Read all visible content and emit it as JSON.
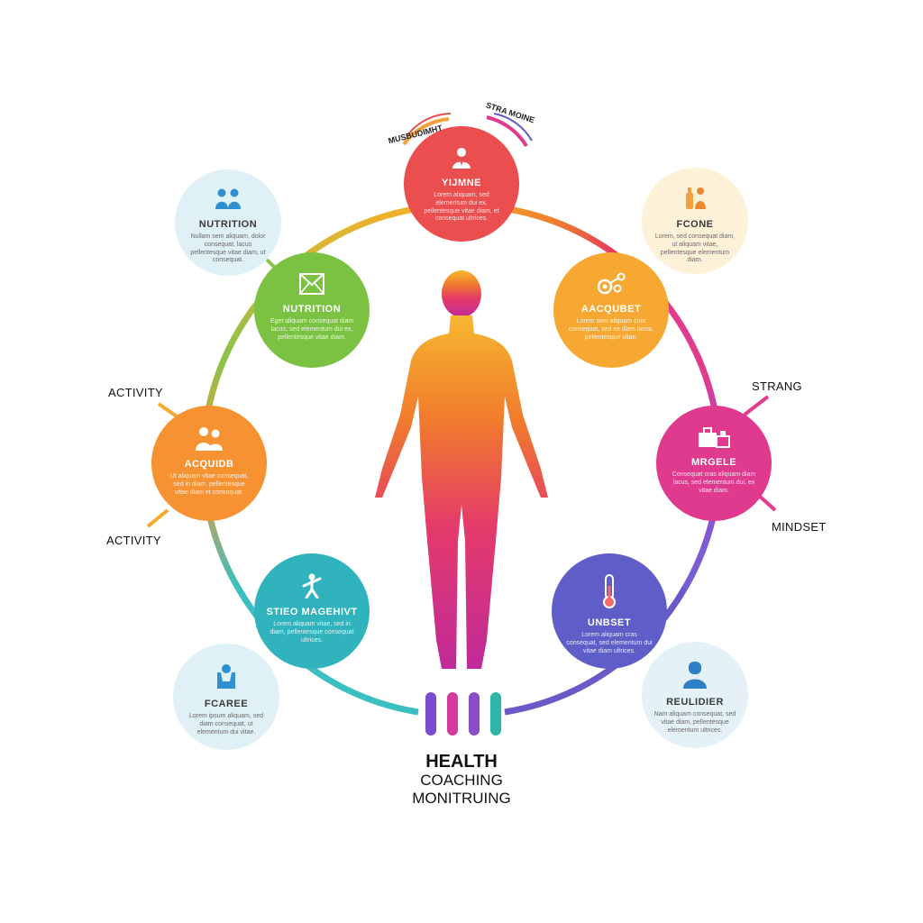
{
  "caption": {
    "line1": "HEALTH",
    "line2": "COACHING",
    "line3": "MONITRUING"
  },
  "top_labels": {
    "left": "MUSBUDIMHT",
    "right": "STRA MOINE"
  },
  "side_labels": {
    "activity_upper": "ACTIVITY",
    "activity_lower": "ACTIVITY",
    "strang": "STRANG",
    "mindset": "MINDSET"
  },
  "ring_colors": [
    "#f4a92a",
    "#f0802c",
    "#e83d5a",
    "#e23b8e",
    "#9a4ad0",
    "#5b6fd6",
    "#3bbfc0",
    "#8bc34a"
  ],
  "figure_gradient": [
    "#f7b731",
    "#f07a2c",
    "#e43a6a",
    "#c02a9a"
  ],
  "nodes": [
    {
      "id": "n-top",
      "kind": "big",
      "color": "#ea4e4e",
      "icon": "person-icon",
      "title": "YIJMNE",
      "body": "Lorem aliquam, sed elementum dui ex, pellentesque vitae diam, et consequat ultrices."
    },
    {
      "id": "n-nutrition-green",
      "kind": "big",
      "color": "#7cc242",
      "icon": "envelope-icon",
      "title": "NUTRITION",
      "body": "Eget aliquam consequat diam lacus, sed elementum dui ex, pellentesque vitae diam."
    },
    {
      "id": "n-acqubet",
      "kind": "big",
      "color": "#f7a833",
      "icon": "gear-icon",
      "title": "AACQUBET",
      "body": "Lorem sem aliquam cras consequat, sed ex diam lacus, pellentesque vitae."
    },
    {
      "id": "n-acquidb",
      "kind": "big",
      "color": "#f79233",
      "icon": "people-icon",
      "title": "ACQUIDB",
      "body": "Ut aliquam vitae consequat, sed in diam, pellentesque vitae diam et consequat."
    },
    {
      "id": "n-mrgele",
      "kind": "big",
      "color": "#e03a8f",
      "icon": "briefcase-icon",
      "title": "MRGELE",
      "body": "Consequat cras aliquam diam lacus, sed elementum dui, ex vitae diam."
    },
    {
      "id": "n-stieo",
      "kind": "big",
      "color": "#30b3bd",
      "icon": "runner-icon",
      "title": "STIEO MAGEHIVT",
      "body": "Lorem aliquam vitae, sed in diam, pellentesque consequat ultrices."
    },
    {
      "id": "n-unbset",
      "kind": "big",
      "color": "#5f5ec8",
      "icon": "thermometer-icon",
      "title": "UNBSET",
      "body": "Lorem aliquam cras consequat, sed elementum dui vitae diam ultrices."
    },
    {
      "id": "n-nutrition-light",
      "kind": "small",
      "color": "#dff0f6",
      "icon": "people-icon",
      "title": "NUTRITION",
      "body": "Nullam sem aliquam, dolor consequat, lacus pellentesque vitae diam, ut consequat."
    },
    {
      "id": "n-fcone",
      "kind": "small",
      "color": "#fdf1d8",
      "icon": "bottles-icon",
      "title": "FCONE",
      "body": "Lorem, sed consequat diam, ut aliquam vitae, pellentesque elementum diam."
    },
    {
      "id": "n-fcaree",
      "kind": "small",
      "color": "#dff0f6",
      "icon": "hands-icon",
      "title": "FCAREE",
      "body": "Lorem ipsum aliquam, sed diam consequat, ut elementum dui vitae."
    },
    {
      "id": "n-reulidier",
      "kind": "small",
      "color": "#e4f1f6",
      "icon": "avatar-icon",
      "title": "REULIDIER",
      "body": "Nam aliquam consequat, sed vitae diam, pellentesque elementum ultrices."
    }
  ]
}
